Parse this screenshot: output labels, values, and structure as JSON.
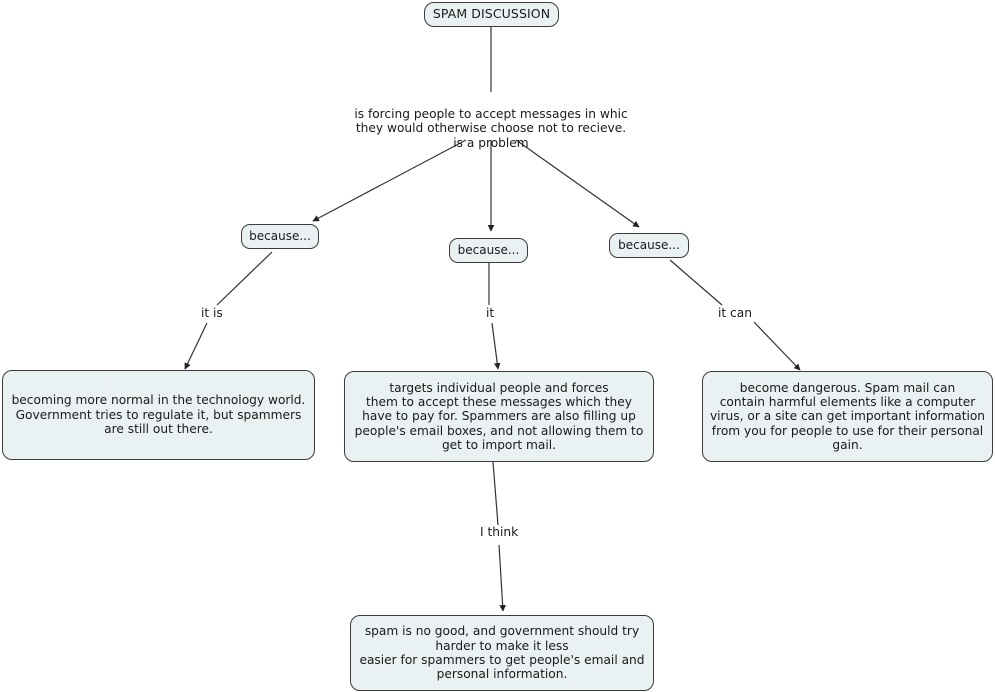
{
  "diagram": {
    "type": "concept-map",
    "background_color": "#ffffff",
    "node_fill_color": "#eaf1f3",
    "node_border_color": "#3c3c3c",
    "link_color": "#333333",
    "root": {
      "label": "SPAM DISCUSSION"
    },
    "proposition": {
      "label": "is forcing people to accept messages in whic\nthey would otherwise choose not to recieve.\nis a problem"
    },
    "connectors": [
      {
        "label": "because..."
      },
      {
        "label": "because..."
      },
      {
        "label": "because..."
      }
    ],
    "link_labels": {
      "left": "it is",
      "middle": "it",
      "right": "it can",
      "bottom": "I think"
    },
    "concepts": [
      {
        "id": "left",
        "label": "becoming more normal in the technology world.\nGovernment tries to regulate it, but spammers\nare still out there."
      },
      {
        "id": "middle",
        "label": "targets individual people and forces\nthem to accept these messages which they\nhave to pay for. Spammers are also filling up\npeople's email boxes, and not allowing them to\nget to import mail."
      },
      {
        "id": "right",
        "label": "become dangerous. Spam mail can\ncontain harmful elements like a computer\nvirus, or a site can get important information\nfrom you for people to use for their personal\ngain."
      },
      {
        "id": "bottom",
        "label": "spam is no good, and government should try\nharder to make it less\neasier for spammers to get people's email and\npersonal information."
      }
    ]
  }
}
